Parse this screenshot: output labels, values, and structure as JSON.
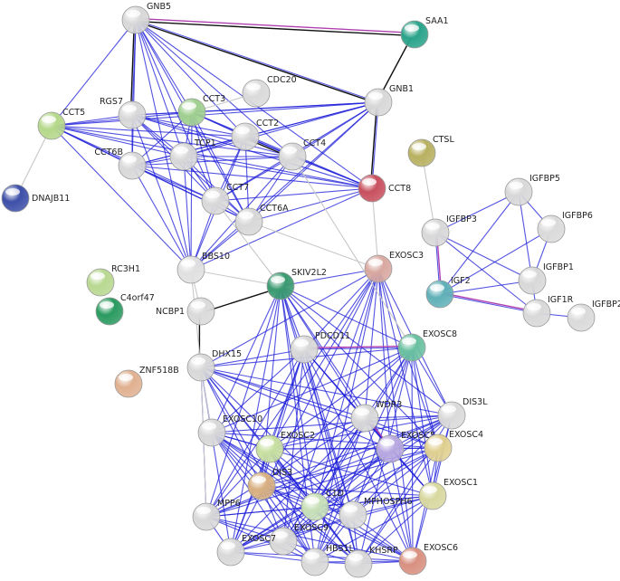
{
  "nodes": [
    {
      "id": "GNB5",
      "label": "GNB5",
      "color": "#d8d8d8"
    },
    {
      "id": "SAA1",
      "label": "SAA1",
      "color": "#2aa38a"
    },
    {
      "id": "CDC20",
      "label": "CDC20",
      "color": "#dadada"
    },
    {
      "id": "GNB1",
      "label": "GNB1",
      "color": "#d8d8d8"
    },
    {
      "id": "CCT5",
      "label": "CCT5",
      "color": "#b5d88a"
    },
    {
      "id": "RGS7",
      "label": "RGS7",
      "color": "#d8d8d8"
    },
    {
      "id": "CCT3",
      "label": "CCT3",
      "color": "#9fcf8f"
    },
    {
      "id": "CCT2",
      "label": "CCT2",
      "color": "#d8d8d8"
    },
    {
      "id": "CCT4",
      "label": "CCT4",
      "color": "#d8d8d8"
    },
    {
      "id": "TCP1",
      "label": "TCP1",
      "color": "#d8d8d8"
    },
    {
      "id": "CCT6B",
      "label": "CCT6B",
      "color": "#d8d8d8"
    },
    {
      "id": "CCT8",
      "label": "CCT8",
      "color": "#c8505e"
    },
    {
      "id": "CTSL",
      "label": "CTSL",
      "color": "#b8b060"
    },
    {
      "id": "DNAJB11",
      "label": "DNAJB11",
      "color": "#3d4fa8"
    },
    {
      "id": "CCT7",
      "label": "CCT7",
      "color": "#d8d8d8"
    },
    {
      "id": "CCT6A",
      "label": "CCT6A",
      "color": "#d8d8d8"
    },
    {
      "id": "IGFBP5",
      "label": "IGFBP5",
      "color": "#d8d8d8"
    },
    {
      "id": "IGFBP6",
      "label": "IGFBP6",
      "color": "#dadada"
    },
    {
      "id": "IGFBP3",
      "label": "IGFBP3",
      "color": "#d8d8d8"
    },
    {
      "id": "BBS10",
      "label": "BBS10",
      "color": "#e0e0e0"
    },
    {
      "id": "EXOSC3",
      "label": "EXOSC3",
      "color": "#d8a8a0"
    },
    {
      "id": "RC3H1",
      "label": "RC3H1",
      "color": "#b8d890"
    },
    {
      "id": "SKIV2L2",
      "label": "SKIV2L2",
      "color": "#3a9a70"
    },
    {
      "id": "IGFBP1",
      "label": "IGFBP1",
      "color": "#d8d8d8"
    },
    {
      "id": "IGF2",
      "label": "IGF2",
      "color": "#60b0b8"
    },
    {
      "id": "IGF1R",
      "label": "IGF1R",
      "color": "#d8d8d8"
    },
    {
      "id": "IGFBP2",
      "label": "IGFBP2",
      "color": "#dadada"
    },
    {
      "id": "C4orf47",
      "label": "C4orf47",
      "color": "#2a9a60"
    },
    {
      "id": "NCBP1",
      "label": "NCBP1",
      "color": "#dadada"
    },
    {
      "id": "PDCD11",
      "label": "PDCD11",
      "color": "#d8d8d8"
    },
    {
      "id": "EXOSC8",
      "label": "EXOSC8",
      "color": "#6ac0a0"
    },
    {
      "id": "DHX15",
      "label": "DHX15",
      "color": "#d8d8d8"
    },
    {
      "id": "ZNF518B",
      "label": "ZNF518B",
      "color": "#e0b090"
    },
    {
      "id": "WDR3",
      "label": "WDR3",
      "color": "#d8d8d8"
    },
    {
      "id": "DIS3L",
      "label": "DIS3L",
      "color": "#dadada"
    },
    {
      "id": "EXOSC10",
      "label": "EXOSC10",
      "color": "#d8d8d8"
    },
    {
      "id": "EXOSC2",
      "label": "EXOSC2",
      "color": "#c8e0a0"
    },
    {
      "id": "EXOSC5",
      "label": "EXOSC5",
      "color": "#b8a8e0"
    },
    {
      "id": "EXOSC4",
      "label": "EXOSC4",
      "color": "#e0d090"
    },
    {
      "id": "DIS3",
      "label": "DIS3",
      "color": "#d8b080"
    },
    {
      "id": "EXOSC1",
      "label": "EXOSC1",
      "color": "#d8d8a0"
    },
    {
      "id": "MPP6",
      "label": "MPP6",
      "color": "#d8d8d8"
    },
    {
      "id": "C1D",
      "label": "C1D",
      "color": "#c8e0b8"
    },
    {
      "id": "MPHOSPH6",
      "label": "MPHOSPH6",
      "color": "#dadada"
    },
    {
      "id": "EXOSC9",
      "label": "EXOSC9",
      "color": "#d8d8d8"
    },
    {
      "id": "EXOSC7",
      "label": "EXOSC7",
      "color": "#d8d8d8"
    },
    {
      "id": "HBS1L",
      "label": "HBS1L",
      "color": "#d8d8d8"
    },
    {
      "id": "KHSRP",
      "label": "KHSRP",
      "color": "#d8d8d8"
    },
    {
      "id": "EXOSC6",
      "label": "EXOSC6",
      "color": "#d89080"
    }
  ],
  "edge_colors": {
    "coexpression": "#1a1ad8",
    "binding": "#111111",
    "textmining": "#c8c8c8",
    "experimental": "#b040b0"
  }
}
